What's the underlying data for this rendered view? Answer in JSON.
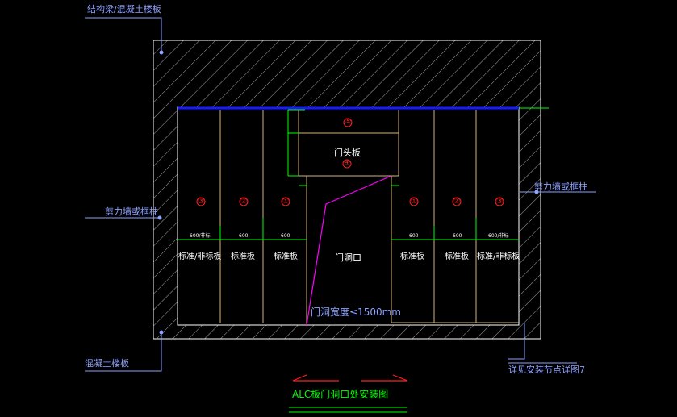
{
  "labels": {
    "structural_beam": "结构梁/混凝土楼板",
    "shear_wall_left": "剪力墙或框柱",
    "shear_wall_right": "剪力墙或框柱",
    "concrete_slab": "混凝土楼板",
    "detail_ref": "详见安装节点详图7",
    "door_width": "门洞宽度≤1500mm",
    "door_opening": "门洞口",
    "lintel_panel": "门头板",
    "title": "ALC板门洞口处安装图"
  },
  "panels": [
    {
      "label": "标准/非标板",
      "num": "③",
      "dim": "600/非标"
    },
    {
      "label": "标准板",
      "num": "②",
      "dim": "600"
    },
    {
      "label": "标准板",
      "num": "①",
      "dim": "600"
    },
    {
      "label": "标准板",
      "num": "①",
      "dim": "600"
    },
    {
      "label": "标准板",
      "num": "②",
      "dim": "600"
    },
    {
      "label": "标准/非标板",
      "num": "③",
      "dim": "600/非标"
    }
  ],
  "header_nums": {
    "top": "⑤",
    "bottom": "④"
  },
  "colors": {
    "blue_label": "#8ea2ff",
    "panel_line": "#d2b27a",
    "green": "#00ff00",
    "magenta": "#ff00ff",
    "red": "#ff2020"
  }
}
